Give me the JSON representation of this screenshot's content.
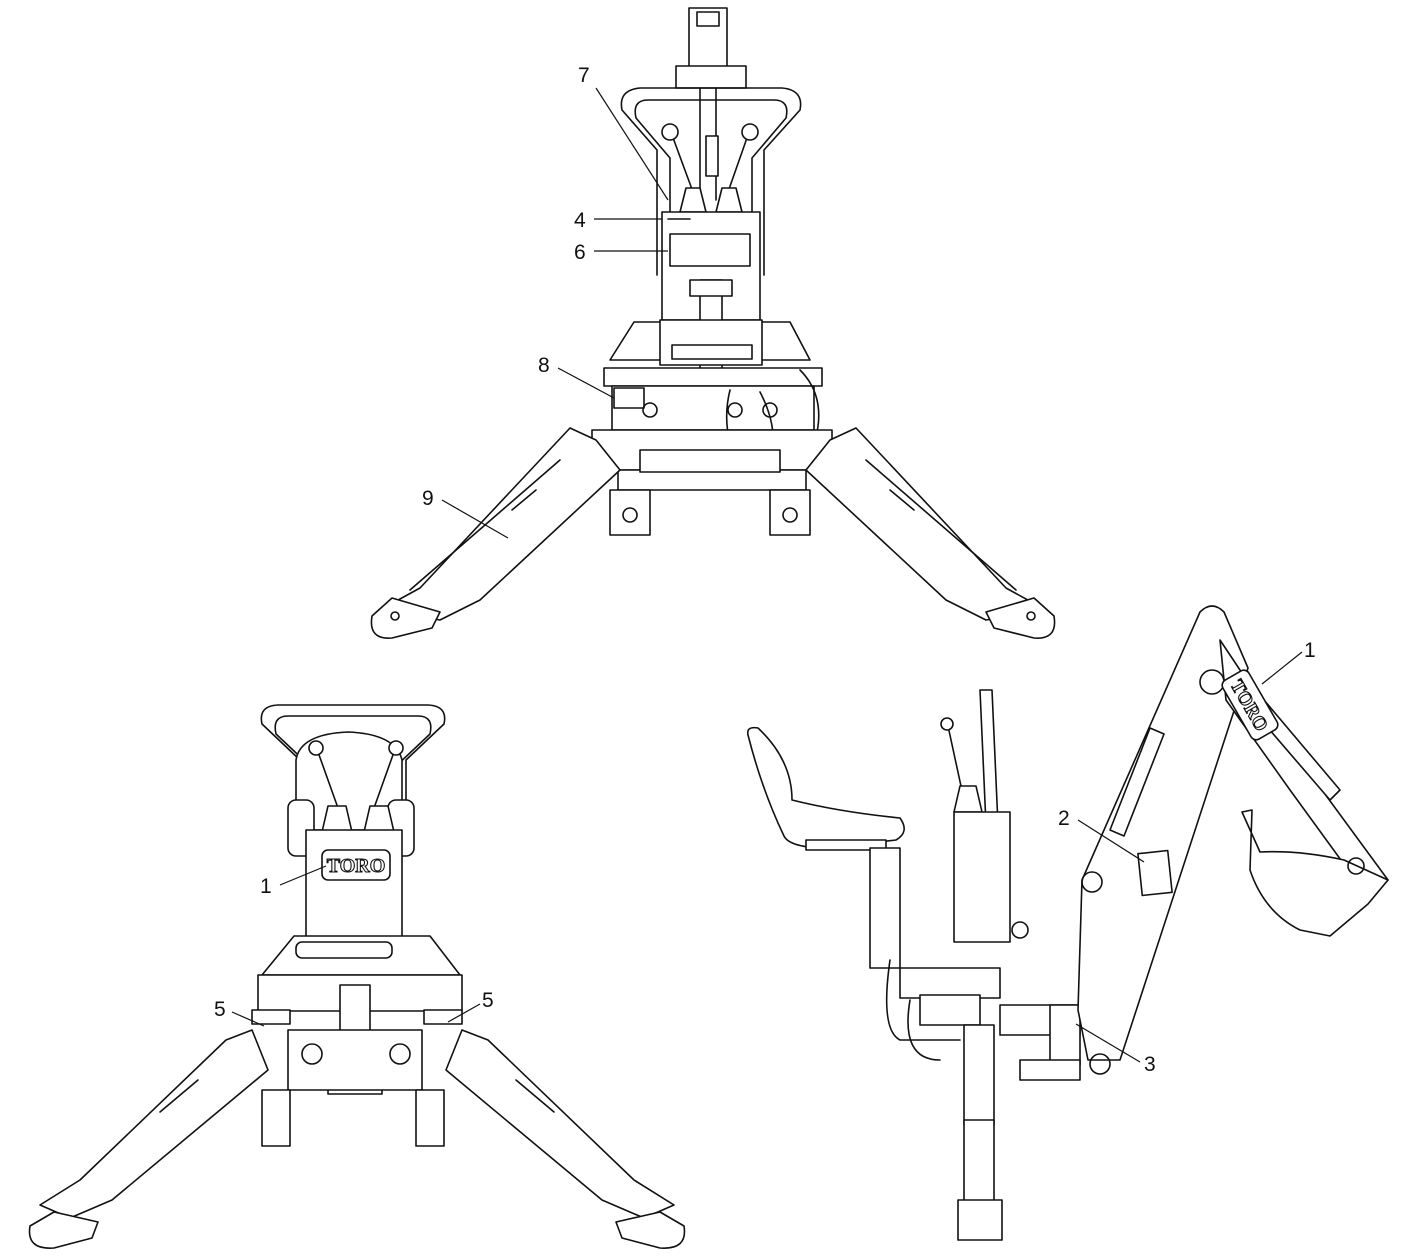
{
  "figure": {
    "logo_text": "TORO",
    "views": [
      {
        "id": "rear-top",
        "callouts": [
          "7",
          "4",
          "6",
          "8",
          "9"
        ]
      },
      {
        "id": "front-bottom-left",
        "callouts": [
          "1",
          "5",
          "5"
        ]
      },
      {
        "id": "side-bottom-right",
        "callouts": [
          "1",
          "2",
          "3"
        ]
      }
    ]
  },
  "callouts": {
    "c7": "7",
    "c4": "4",
    "c6": "6",
    "c8": "8",
    "c9": "9",
    "c1_left": "1",
    "c5_left": "5",
    "c5_right": "5",
    "c1_right": "1",
    "c2": "2",
    "c3": "3"
  }
}
